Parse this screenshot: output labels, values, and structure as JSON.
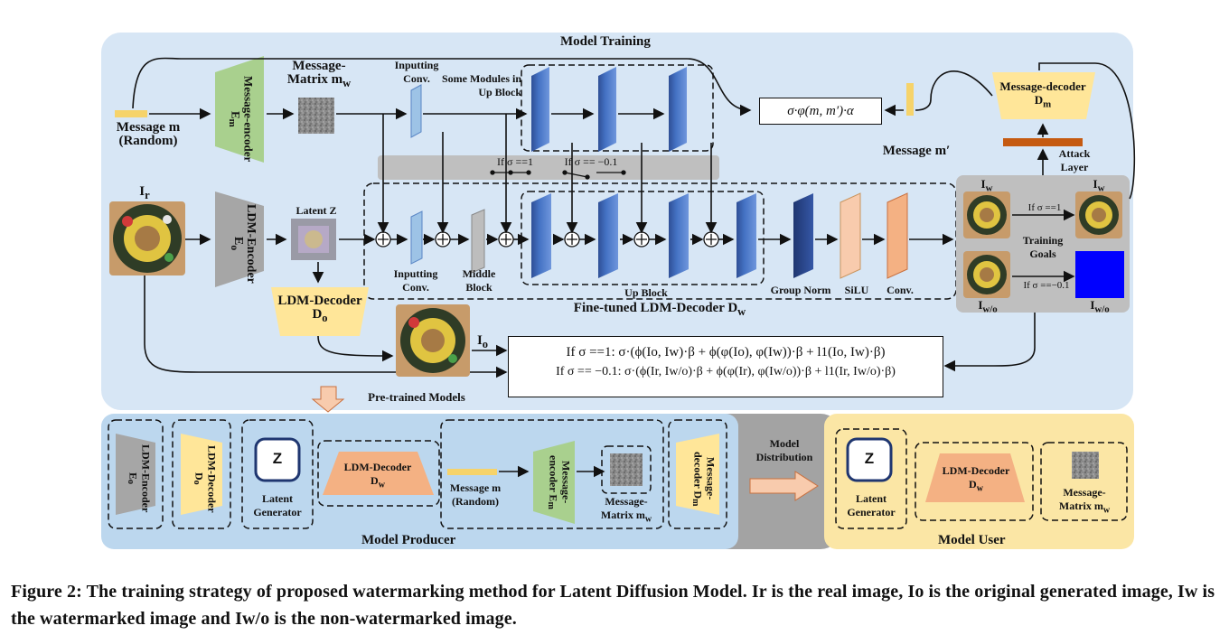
{
  "regions": {
    "model_training": "Model Training",
    "finetuned_decoder": "Fine-tuned LDM-Decoder D",
    "finetuned_decoder_sub": "w",
    "pretrained_models": "Pre-trained Models",
    "model_producer": "Model Producer",
    "model_user": "Model User",
    "model_distribution_line1": "Model",
    "model_distribution_line2": "Distribution"
  },
  "training": {
    "message_m_line1": "Message m",
    "message_m_line2": "(Random)",
    "message_encoder": "Message-encoder E",
    "message_encoder_sub": "m",
    "message_matrix": "Message-Matrix m",
    "message_matrix_sub": "w",
    "inputting_conv_top": "Inputting Conv.",
    "some_modules": "Some Modules in Up Block",
    "loss_formula": "σ·φ(m, m′)·α",
    "message_m_prime": "Message m′",
    "message_decoder": "Message-decoder D",
    "message_decoder_sub": "m",
    "attack_layer_line1": "Attack",
    "attack_layer_line2": "Layer",
    "switch_label_1": "If  σ ==1",
    "switch_label_2": "If  σ == −0.1",
    "ir": "I",
    "ir_sub": "r",
    "ldm_encoder": "LDM-Encoder E",
    "ldm_encoder_sub": "o",
    "latent_z": "Latent Z",
    "ldm_decoder": "LDM-Decoder D",
    "ldm_decoder_sub": "o",
    "io": "I",
    "io_sub": "o",
    "inputting_conv_bottom_1": "Inputting",
    "inputting_conv_bottom_2": "Conv.",
    "middle_block_1": "Middle",
    "middle_block_2": "Block",
    "up_block": "Up Block",
    "group_norm": "Group Norm",
    "silu": "SiLU",
    "conv": "Conv.",
    "iw_left": "I",
    "iw_right": "I",
    "iw_sub": "w",
    "iwo_left": "I",
    "iwo_right": "I",
    "iwo_sub": "w/o",
    "goal_if_1": "If σ ==1",
    "goal_if_2": "If σ ==−0.1",
    "training_goals_1": "Training",
    "training_goals_2": "Goals",
    "eq_line1": "If σ ==1: σ·(ϕ(Io, Iw)·β + ϕ(φ(Io), φ(Iw))·β + l1(Io, Iw)·β)",
    "eq_line2": "If σ == −0.1: σ·(ϕ(Ir, Iw/o)·β + ϕ(φ(Ir), φ(Iw/o))·β + l1(Ir, Iw/o)·β)"
  },
  "producer": {
    "ldm_encoder": "LDM-Encoder E",
    "ldm_encoder_sub": "o",
    "ldm_decoder_o": "LDM-Decoder D",
    "ldm_decoder_o_sub": "o",
    "z_symbol": "Z",
    "latent_generator_1": "Latent",
    "latent_generator_2": "Generator",
    "ldm_decoder_w": "LDM-Decoder D",
    "ldm_decoder_w_sub": "w",
    "message_m_line1": "Message m",
    "message_m_line2": "(Random)",
    "message_encoder": "Message-encoder E",
    "message_encoder_sub": "m",
    "message_matrix_1": "Message-",
    "message_matrix_2": "Matrix m",
    "message_matrix_sub": "w",
    "message_decoder": "Message-decoder D",
    "message_decoder_sub": "m"
  },
  "user": {
    "z_symbol": "Z",
    "latent_generator_1": "Latent",
    "latent_generator_2": "Generator",
    "ldm_decoder_w": "LDM-Decoder D",
    "ldm_decoder_w_sub": "w",
    "message_matrix_1": "Message-",
    "message_matrix_2": "Matrix m",
    "message_matrix_sub": "w"
  },
  "caption": "Figure 2: The training strategy of proposed watermarking method for Latent Diffusion Model. Ir is the real image, Io is the original generated image, Iw is the watermarked image and Iw/o is the non-watermarked image.",
  "colors": {
    "training_bg": "#d7e6f5",
    "producer_bg": "#bcd7ee",
    "distribution_bg": "#a3a3a3",
    "user_bg": "#fbe6a5",
    "message_bar": "#f6d36a",
    "encoder_green": "#a9d08e",
    "encoder_gray": "#a6a6a6",
    "decoder_yellow": "#ffe699",
    "decoder_orange": "#f4b183",
    "block_blue": "#4472c4",
    "block_light": "#9dc3e6",
    "attack_layer": "#c55a11",
    "blue_square": "#0000ff"
  }
}
